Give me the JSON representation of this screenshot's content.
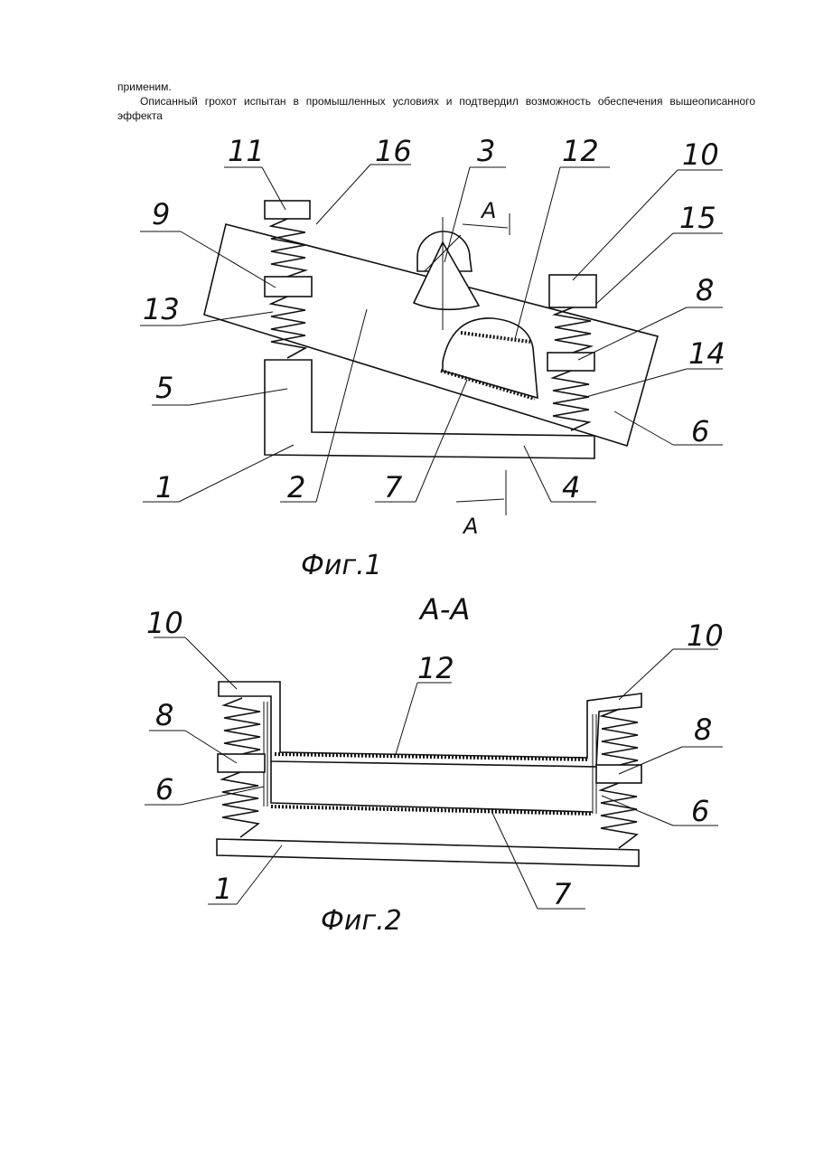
{
  "text": {
    "line1": "применим.",
    "para": "Описанный грохот испытан в промышленных условиях и подтвердил возможность обеспечения вышеописанного эффекта"
  },
  "fig1": {
    "caption": "Фиг.1",
    "section_mark": "А",
    "labels": [
      "11",
      "16",
      "3",
      "12",
      "10",
      "9",
      "15",
      "13",
      "8",
      "14",
      "5",
      "6",
      "1",
      "2",
      "7",
      "4"
    ]
  },
  "section_title": "А-А",
  "fig2": {
    "caption": "Фиг.2",
    "labels": [
      "10",
      "10",
      "12",
      "8",
      "8",
      "6",
      "6",
      "1",
      "7"
    ]
  }
}
